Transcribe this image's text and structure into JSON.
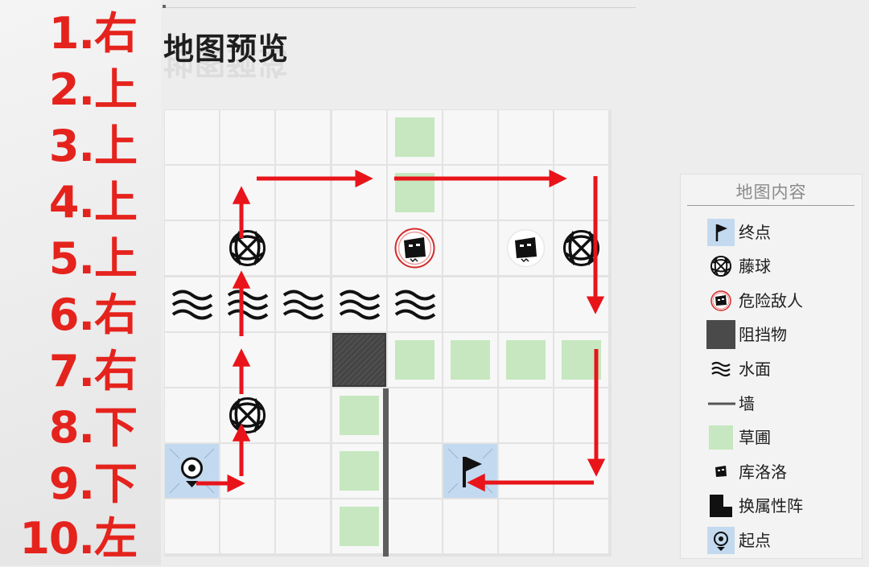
{
  "steps": [
    "1.右",
    "2.上",
    "3.上",
    "4.上",
    "5.上",
    "6.右",
    "7.右",
    "8.下",
    "9.下",
    "10.左"
  ],
  "title": "地图预览",
  "map": {
    "grid": [
      [
        "empty",
        "empty",
        "empty",
        "empty",
        "grass",
        "empty",
        "empty",
        "empty"
      ],
      [
        "empty",
        "empty",
        "empty",
        "empty",
        "grass",
        "empty",
        "empty",
        "empty"
      ],
      [
        "empty",
        "rattan-ball",
        "empty",
        "empty",
        "danger-enemy",
        "empty",
        "kuluoluo",
        "rattan-ball"
      ],
      [
        "water",
        "water",
        "water",
        "water",
        "water",
        "empty",
        "empty",
        "empty"
      ],
      [
        "empty",
        "empty",
        "empty",
        "block",
        "grass",
        "grass",
        "grass",
        "grass"
      ],
      [
        "empty",
        "rattan-ball",
        "empty",
        "grass",
        "empty",
        "empty",
        "empty",
        "empty"
      ],
      [
        "start",
        "empty",
        "empty",
        "grass",
        "empty",
        "goal",
        "empty",
        "empty"
      ],
      [
        "empty",
        "empty",
        "empty",
        "grass",
        "empty",
        "empty",
        "empty",
        "empty"
      ]
    ]
  },
  "legend": {
    "title": "地图内容",
    "items": [
      {
        "icon": "goal-flag-icon",
        "label": "终点"
      },
      {
        "icon": "rattan-ball-icon",
        "label": "藤球"
      },
      {
        "icon": "danger-enemy-icon",
        "label": "危险敌人"
      },
      {
        "icon": "obstacle-icon",
        "label": "阻挡物"
      },
      {
        "icon": "water-icon",
        "label": "水面"
      },
      {
        "icon": "wall-icon",
        "label": "墙"
      },
      {
        "icon": "grass-icon",
        "label": "草圃"
      },
      {
        "icon": "kuluoluo-icon",
        "label": "库洛洛"
      },
      {
        "icon": "element-switch-icon",
        "label": "换属性阵"
      },
      {
        "icon": "start-icon",
        "label": "起点"
      }
    ]
  },
  "colors": {
    "route": "#e8141a",
    "step_text": "#e5231d",
    "grass": "#c6e7bf",
    "start_goal_tile": "#c3d9ef",
    "obstacle": "#4a4a4a"
  }
}
